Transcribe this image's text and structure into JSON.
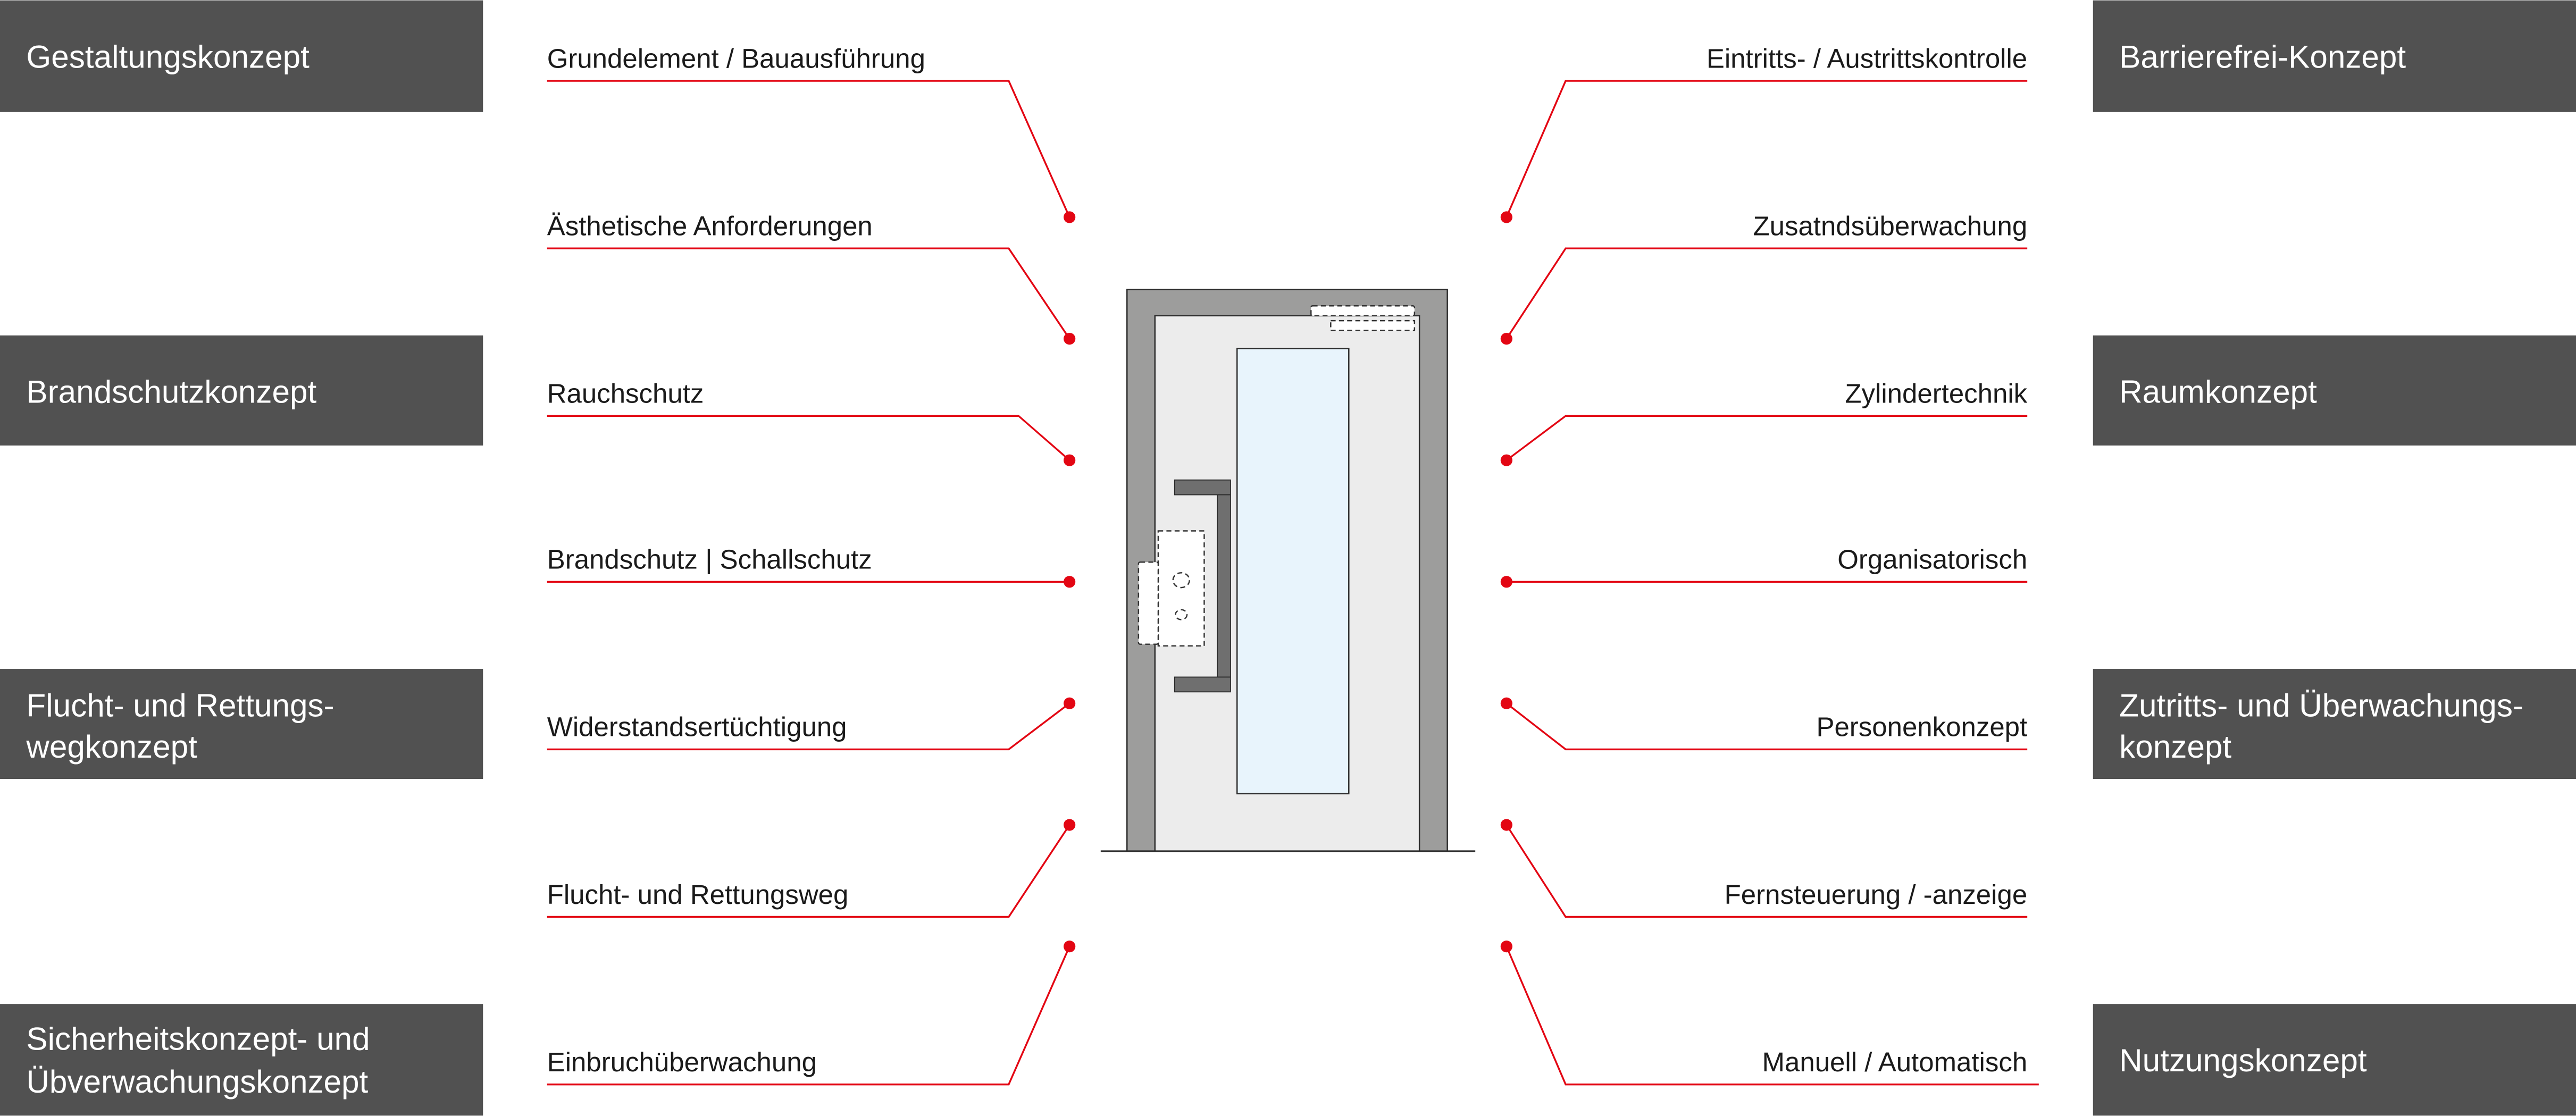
{
  "left_concepts": [
    {
      "lines": [
        "Gestaltungskonzept"
      ]
    },
    {
      "lines": [
        "Brandschutzkonzept"
      ]
    },
    {
      "lines": [
        "Flucht- und Rettungs-",
        "wegkonzept"
      ]
    },
    {
      "lines": [
        "Sicherheitskonzept- und",
        "Übverwachungskonzept"
      ]
    }
  ],
  "right_concepts": [
    {
      "lines": [
        "Barrierefrei-Konzept"
      ]
    },
    {
      "lines": [
        "Raumkonzept"
      ]
    },
    {
      "lines": [
        "Zutritts- und Überwachungs-",
        "konzept"
      ]
    },
    {
      "lines": [
        "Nutzungskonzept"
      ]
    }
  ],
  "left_labels": [
    "Grundelement / Bauausführung",
    "Ästhetische Anforderungen",
    "Rauchschutz",
    "Brandschutz | Schallschutz",
    "Widerstandsertüchtigung",
    "Flucht- und Rettungsweg",
    "Einbruchüberwachung"
  ],
  "right_labels": [
    "Eintritts- / Austrittskontrolle",
    "Zusatndsüberwachung",
    "Zylindertechnik",
    "Organisatorisch",
    "Personenkonzept",
    "Fernsteuerung / -anzeige",
    "Manuell / Automatisch"
  ],
  "colors": {
    "accent": "#e30613",
    "box": "#515151",
    "frame": "#9d9d9c",
    "leaf": "#ececec",
    "glass": "#e8f4fc",
    "handle": "#6f6f6f"
  }
}
